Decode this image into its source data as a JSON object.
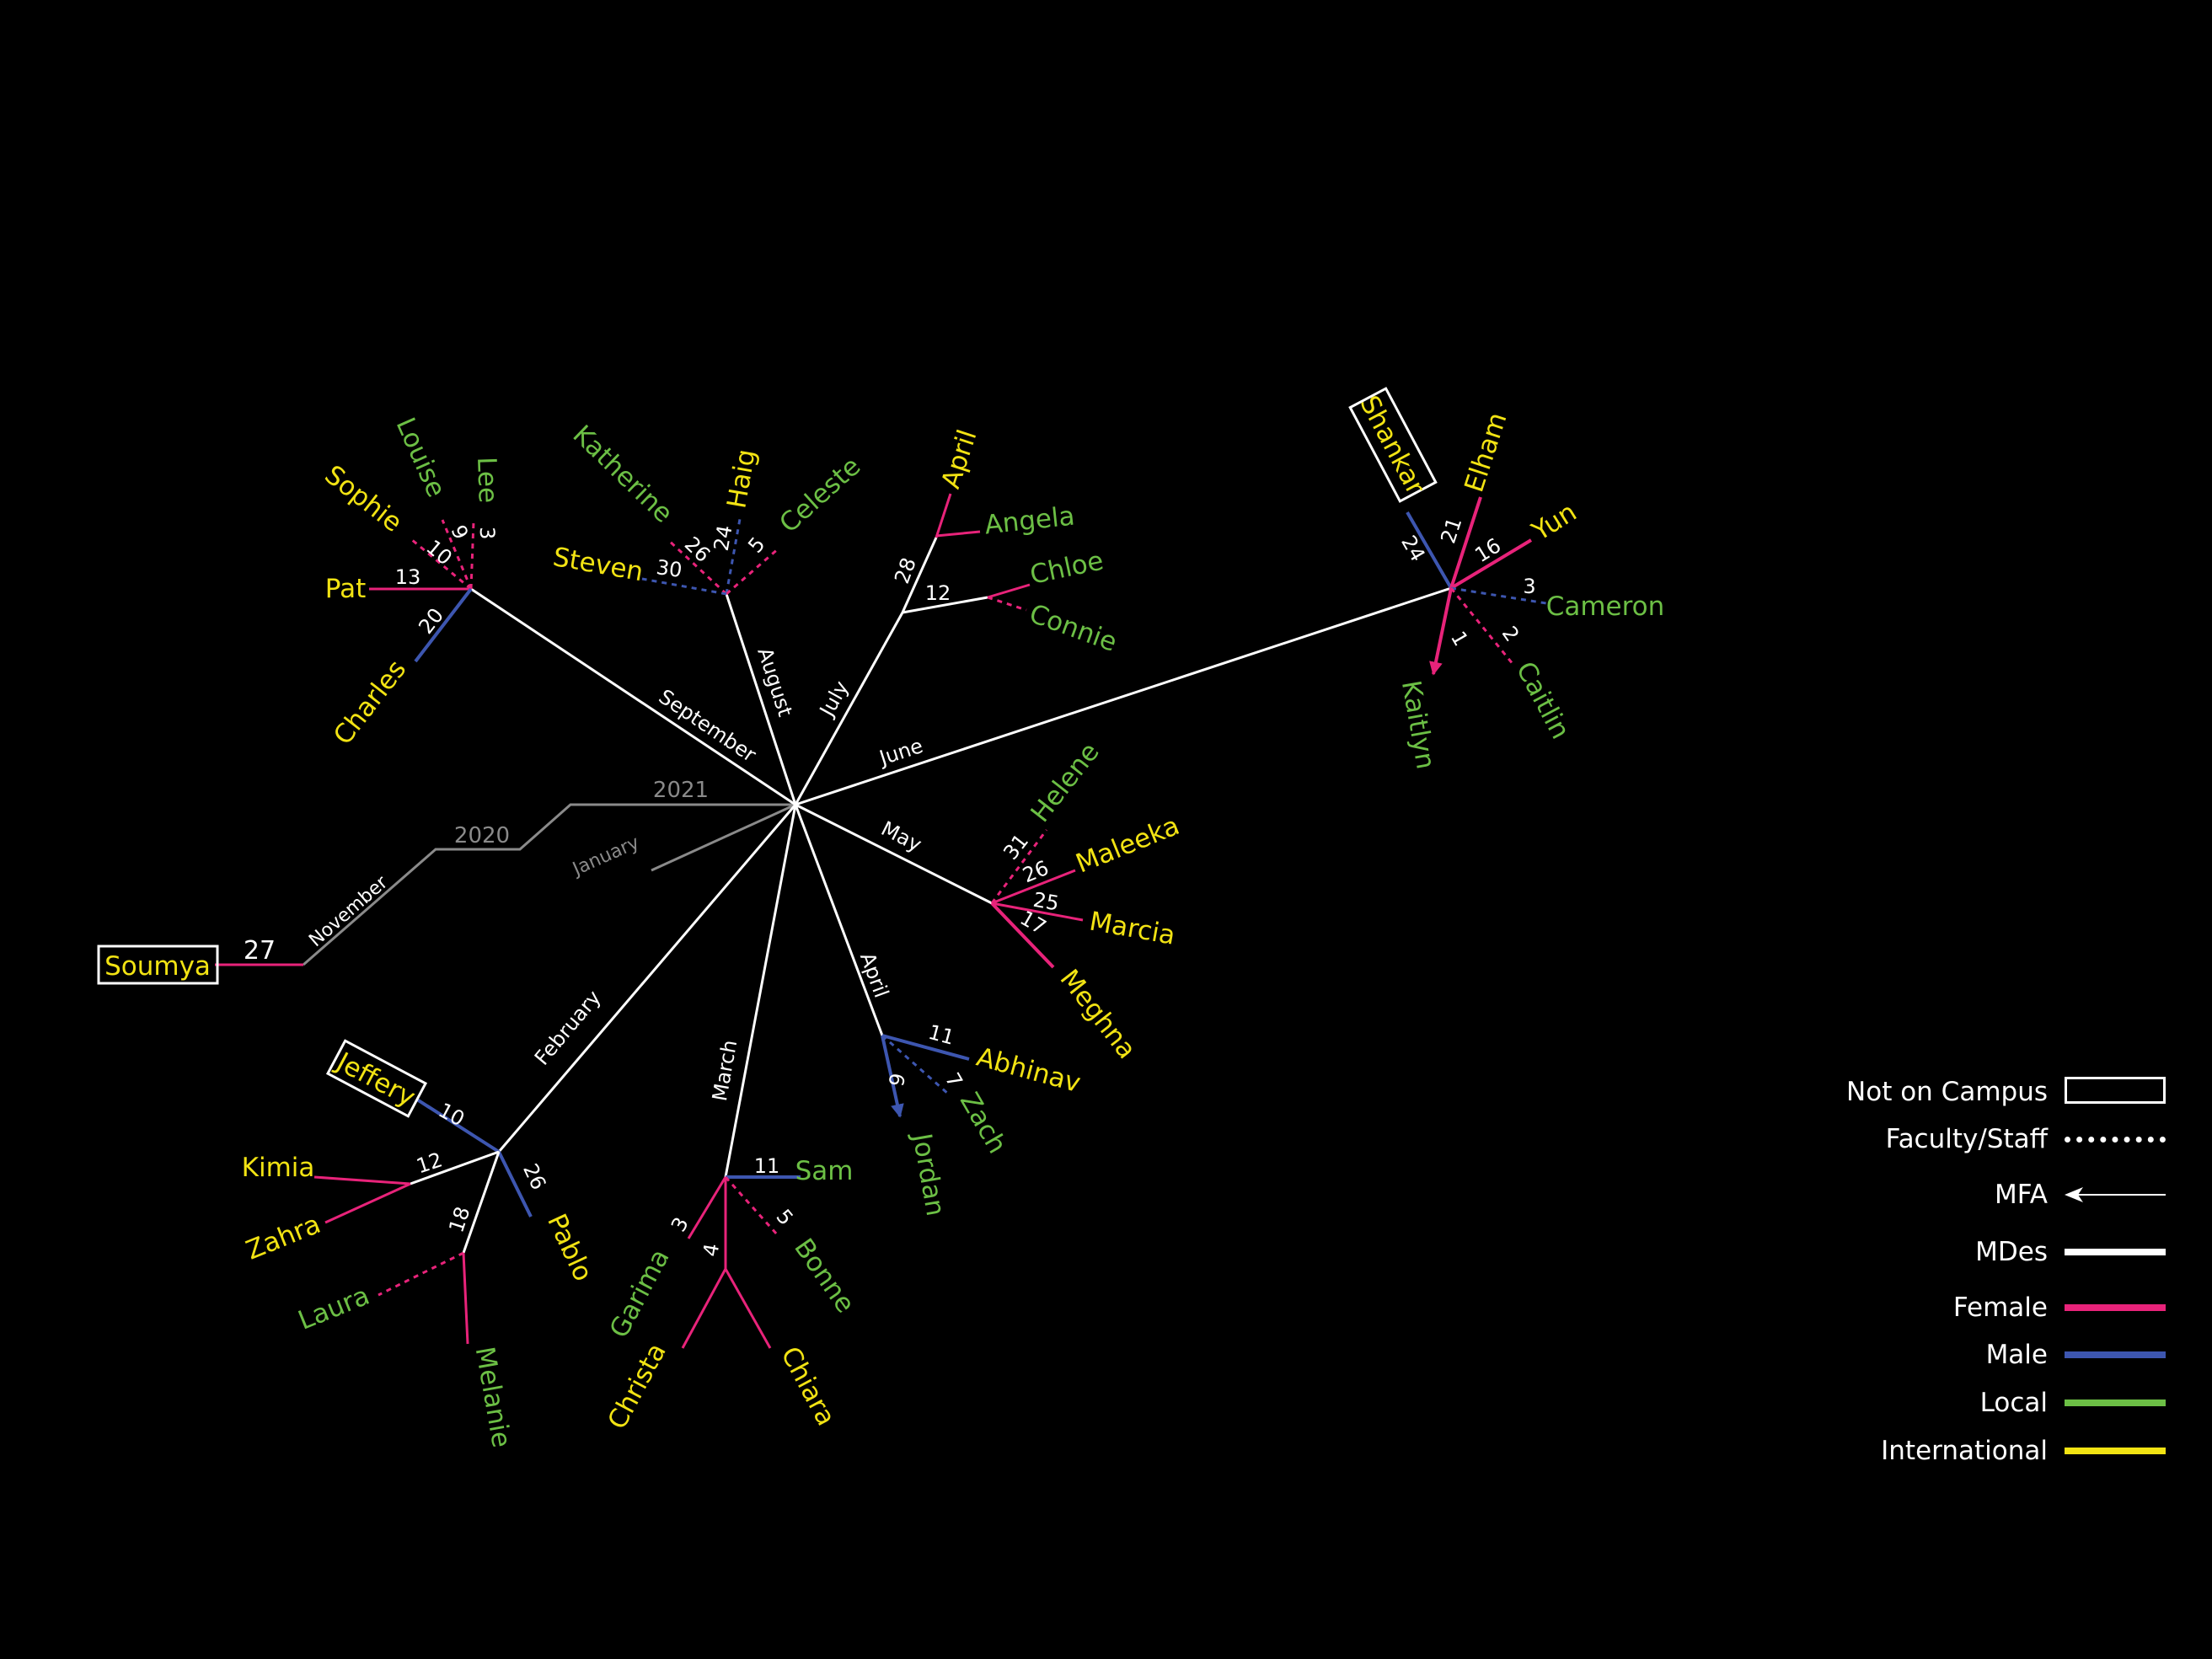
{
  "center_year_labels": {
    "year_2021": "2021",
    "year_2020": "2020"
  },
  "months": {
    "january": "January",
    "february": "February",
    "march": "March",
    "april": "April",
    "may": "May",
    "june": "June",
    "july": "July",
    "august": "August",
    "september": "September",
    "november": "November"
  },
  "people": {
    "soumya": {
      "name": "Soumya",
      "day": "27"
    },
    "jeffery": {
      "name": "Jeffery",
      "day": "10"
    },
    "kimia": {
      "name": "Kimia",
      "day": "12"
    },
    "zahra": {
      "name": "Zahra"
    },
    "pablo": {
      "name": "Pablo",
      "day": "26"
    },
    "laura": {
      "name": "Laura",
      "day": "18"
    },
    "melanie": {
      "name": "Melanie"
    },
    "garima": {
      "name": "Garima",
      "day": "3"
    },
    "christa": {
      "name": "Christa",
      "day": "4"
    },
    "chiara": {
      "name": "Chiara"
    },
    "bonne": {
      "name": "Bonne",
      "day": "5"
    },
    "sam": {
      "name": "Sam",
      "day": "11"
    },
    "jordan": {
      "name": "Jordan",
      "day": "9"
    },
    "zach": {
      "name": "Zach",
      "day": "7"
    },
    "abhinav": {
      "name": "Abhinav",
      "day": "11"
    },
    "helene": {
      "name": "Helene",
      "day": "31"
    },
    "maleeka": {
      "name": "Maleeka",
      "day": "26"
    },
    "marcia": {
      "name": "Marcia",
      "day": "25"
    },
    "meghna": {
      "name": "Meghna",
      "day": "17"
    },
    "shankar": {
      "name": "Shankar",
      "day": "24"
    },
    "elham": {
      "name": "Elham",
      "day": "21"
    },
    "yun": {
      "name": "Yun",
      "day": "16"
    },
    "cameron": {
      "name": "Cameron",
      "day": "3"
    },
    "caitlin": {
      "name": "Caitlin",
      "day": "2"
    },
    "kaitlyn": {
      "name": "Kaitlyn",
      "day": "1"
    },
    "april_p": {
      "name": "April",
      "day": "28"
    },
    "angela": {
      "name": "Angela"
    },
    "chloe": {
      "name": "Chloe",
      "day": "12"
    },
    "connie": {
      "name": "Connie"
    },
    "katherine": {
      "name": "Katherine",
      "day": "26"
    },
    "haig": {
      "name": "Haig",
      "day": "24"
    },
    "celeste": {
      "name": "Celeste",
      "day": "5"
    },
    "steven": {
      "name": "Steven",
      "day": "30"
    },
    "louise": {
      "name": "Louise",
      "day": "9"
    },
    "lee": {
      "name": "Lee",
      "day": "3"
    },
    "sophie": {
      "name": "Sophie",
      "day": "10"
    },
    "pat": {
      "name": "Pat",
      "day": "13"
    },
    "charles": {
      "name": "Charles",
      "day": "20"
    }
  },
  "legend": {
    "not_on_campus": "Not on Campus",
    "faculty_staff": "Faculty/Staff",
    "mfa": "MFA",
    "mdes": "MDes",
    "female": "Female",
    "male": "Male",
    "local": "Local",
    "international": "International"
  },
  "colors": {
    "background": "#000000",
    "female": "#e8237a",
    "male": "#3d56b0",
    "local": "#6cbf45",
    "international": "#f2e313",
    "mdes": "#ffffff",
    "year_line": "#8a8a8a"
  }
}
